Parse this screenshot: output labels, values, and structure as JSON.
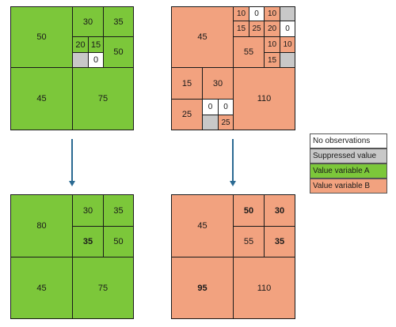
{
  "colors": {
    "variable_a": "#7cc73a",
    "variable_b": "#f2a27f",
    "suppressed": "#c8c8c8",
    "no_observations": "#ffffff",
    "arrow": "#2b6a92"
  },
  "top_left": {
    "big_50": "50",
    "v30": "30",
    "v35": "35",
    "v20": "20",
    "v15": "15",
    "v50": "50",
    "v0": "0",
    "v45": "45",
    "v75": "75"
  },
  "top_right": {
    "v45": "45",
    "v10a": "10",
    "v0a": "0",
    "v10b": "10",
    "v15": "15",
    "v25": "25",
    "v20": "20",
    "v0b": "0",
    "v55": "55",
    "v10c": "10",
    "v10d": "10",
    "v15b": "15",
    "bl15": "15",
    "bl30": "30",
    "bl25": "25",
    "bl0a": "0",
    "bl0b": "0",
    "bl25b": "25",
    "v110": "110"
  },
  "bottom_left": {
    "v80": "80",
    "v30": "30",
    "v35": "35",
    "v35bold": "35",
    "v50": "50",
    "v45": "45",
    "v75": "75"
  },
  "bottom_right": {
    "v45": "45",
    "v50bold": "50",
    "v30bold": "30",
    "v55": "55",
    "v35bold": "35",
    "v95bold": "95",
    "v110": "110"
  },
  "legend": {
    "no_observations": "No observations",
    "suppressed": "Suppressed value",
    "variable_a": "Value variable A",
    "variable_b": "Value variable B"
  }
}
